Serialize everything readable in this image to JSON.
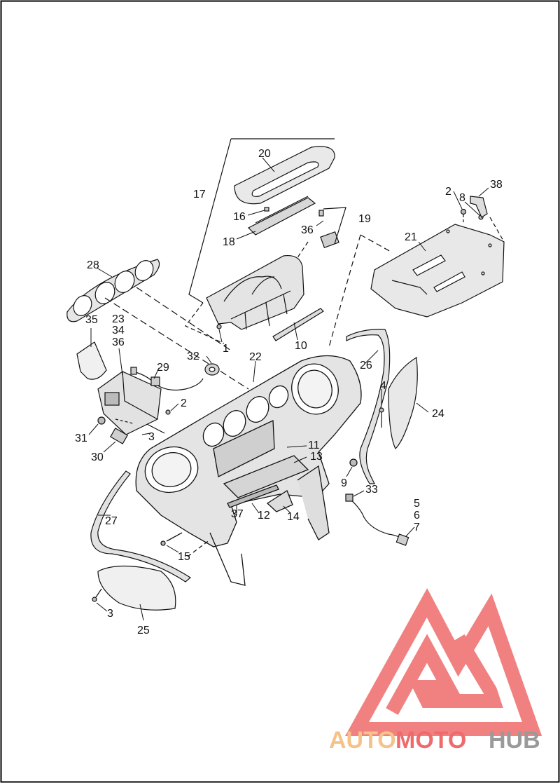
{
  "callouts": {
    "c20": "20",
    "c17": "17",
    "c16": "16",
    "c18": "18",
    "c36a": "36",
    "c19": "19",
    "c2a": "2",
    "c8": "8",
    "c38": "38",
    "c21": "21",
    "c28": "28",
    "c35": "35",
    "c23": "23",
    "c34": "34",
    "c36b": "36",
    "c1": "1",
    "c10": "10",
    "c32": "32",
    "c22": "22",
    "c29": "29",
    "c26": "26",
    "c2b": "2",
    "c4": "4",
    "c24": "24",
    "c31": "31",
    "c3a": "3",
    "c30": "30",
    "c11": "11",
    "c13": "13",
    "c9": "9",
    "c33": "33",
    "c5": "5",
    "c6": "6",
    "c7": "7",
    "c27": "27",
    "c37": "37",
    "c12": "12",
    "c14": "14",
    "c15": "15",
    "c3b": "3",
    "c25": "25"
  },
  "watermark": {
    "part1": "AUTO",
    "part2": "MOTO",
    "part3": "HUB",
    "color_light": "#f5c38a",
    "color_red": "#ef6b6b",
    "color_gray": "#9a9a9a"
  }
}
